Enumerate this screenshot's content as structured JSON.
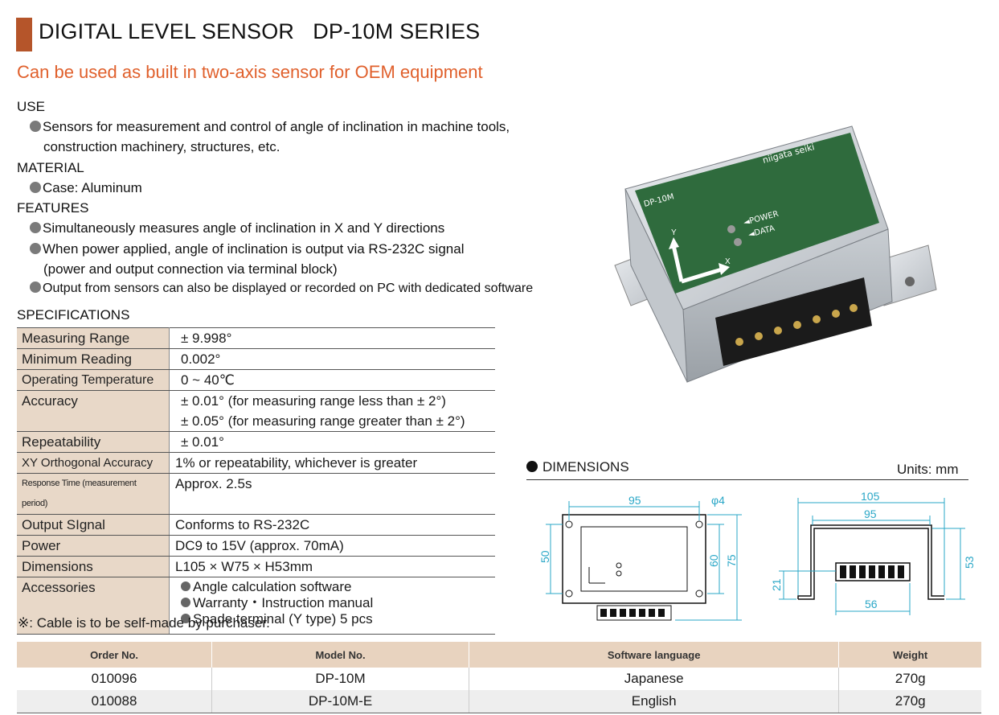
{
  "header": {
    "title": "DIGITAL LEVEL SENSOR   DP-10M SERIES",
    "subtitle": "Can be used as built in two-axis sensor for OEM equipment"
  },
  "use": {
    "heading": "USE",
    "line1": "Sensors for measurement and control of angle of inclination in machine tools,",
    "line2": "construction machinery, structures, etc."
  },
  "material": {
    "heading": "MATERIAL",
    "item": "Case: Aluminum"
  },
  "features": {
    "heading": "FEATURES",
    "item1": "Simultaneously measures angle of inclination in X and Y directions",
    "item2": "When power applied, angle of inclination is output via RS-232C signal",
    "item2b": "(power and output connection via terminal block)",
    "item3": "Output from sensors can also be displayed or recorded on PC with dedicated software"
  },
  "specs": {
    "heading": "SPECIFICATIONS",
    "rows": [
      {
        "k": "Measuring Range",
        "v": "± 9.998°"
      },
      {
        "k": "Minimum Reading",
        "v": "0.002°"
      },
      {
        "k": "Operating Temperature",
        "v": "0 ~ 40℃"
      },
      {
        "k": "Accuracy",
        "v": "± 0.01°  (for measuring range less than ± 2°)",
        "v2": "± 0.05°  (for measuring range greater than ± 2°)"
      },
      {
        "k": "Repeatability",
        "v": "± 0.01°"
      },
      {
        "k": "XY Orthogonal Accuracy",
        "v": "1% or repeatability, whichever is greater"
      },
      {
        "k": "Response Time (measurement period)",
        "v": "Approx. 2.5s"
      },
      {
        "k": "Output SIgnal",
        "v": "Conforms to RS-232C"
      },
      {
        "k": "Power",
        "v": "DC9 to 15V (approx. 70mA)"
      },
      {
        "k": "Dimensions",
        "v": "L105 × W75 × H53mm"
      },
      {
        "k": "Accessories",
        "a1": "Angle calculation software",
        "a2": "Warranty・Instruction manual",
        "a3": "Spade terminal (Y type) 5 pcs"
      }
    ],
    "note": "※: Cable is to be self-made by purchaser."
  },
  "product": {
    "brand": "niigata seiki",
    "model": "DP-10M",
    "led1": "◄POWER",
    "led2": "◄DATA",
    "axis_x": "X",
    "axis_y": "Y"
  },
  "dimensions": {
    "heading": "DIMENSIONS",
    "units": "Units: mm",
    "top_w": "95",
    "hole": "φ4",
    "h_left": "50",
    "h_in": "60",
    "h_out": "75",
    "side_w_out": "105",
    "side_w_in": "95",
    "side_h": "53",
    "side_base": "21",
    "side_term": "56"
  },
  "order": {
    "headers": [
      "Order No.",
      "Model No.",
      "Software language",
      "Weight"
    ],
    "rows": [
      [
        "010096",
        "DP-10M",
        "Japanese",
        "270g"
      ],
      [
        "010088",
        "DP-10M-E",
        "English",
        "270g"
      ]
    ]
  }
}
